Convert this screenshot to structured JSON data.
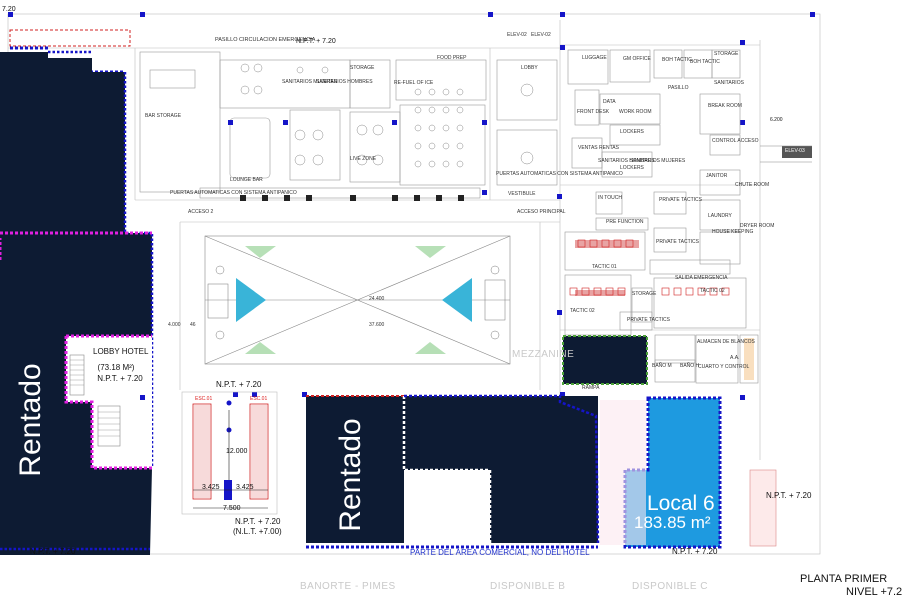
{
  "labels": {
    "npt_top_left": "7.20",
    "pasillo": "PASILLO CIRCULACION EMERGENCIA",
    "npt_top": "N.P.T. + 7.20",
    "elev_02a": "ELEV-02",
    "elev_02b": "ELEV-02",
    "elev_03": "ELEV-03",
    "food_prep": "FOOD PREP",
    "lobby": "LOBBY",
    "storage": "STORAGE",
    "re_fuel": "RE-FUEL OF ICE",
    "sanitarios_mujeres": "SANITARIOS MUJERES",
    "sanitarios_hombres": "SANITARIOS HOMBRES",
    "bar": "BAR STORAGE",
    "lounge": "LOUNGE BAR",
    "live_zone": "LIVE ZONE",
    "puertas_left": "PUERTAS AUTOMATICAS CON SISTEMA ANTIPANICO",
    "puertas_right": "PUERTAS AUTOMATICAS CON SISTEMA ANTIPANICO",
    "vestibule": "VESTIBULE",
    "acceso_principal": "ACCESO PRINCIPAL",
    "acceso_2": "ACCESO 2",
    "luggage": "LUGGAGE",
    "gm_office": "GM OFFICE",
    "boh_tactic": "BOH TACTIC",
    "boh_tactic2": "BOH TACTIC",
    "pasillo_r": "PASILLO",
    "storage_r": "STORAGE",
    "sanitarios_r": "SANITARIOS",
    "data": "DATA",
    "work_room": "WORK ROOM",
    "break_room": "BREAK ROOM",
    "front_desk": "FRONT DESK",
    "lockers": "LOCKERS",
    "lockers2": "LOCKERS",
    "control_acceso": "CONTROL ACCESO",
    "ventas_rentas": "VENTAS RENTAS",
    "san_hombres_r": "SANITARIOS HOMBRES",
    "san_mujeres_r": "SANITARIOS MUJERES",
    "janitor": "JANITOR",
    "chute_room": "CHUTE ROOM",
    "in_touch": "IN TOUCH",
    "private_tactics": "PRIVATE TACTICS",
    "laundry": "LAUNDRY",
    "pre_function": "PRE FUNCTION",
    "private_tactics2": "PRIVATE TACTICS",
    "house_keeping": "HOUSE KEEPING",
    "dryer": "DRYER ROOM",
    "salida": "SALIDA EMERGENCIA",
    "tactic_1": "TACTIC 01",
    "tactic_2": "TACTIC 02",
    "tactic_3": "TACTIC 02",
    "storage_m": "STORAGE",
    "private_tactics3": "PRIVATE TACTICS",
    "almacen": "ALMACEN DE BLANCOS",
    "bano_m": "BAÑO M",
    "bano_h": "BAÑO H",
    "cuarto": "CUARTO Y CONTROL",
    "aa": "A.A.",
    "rampa": "RAMPA",
    "dim_6200": "6.200",
    "dim_24": "24.400",
    "dim_37": "37.600",
    "dim_4": "4.000",
    "dim_46": "46",
    "rentado_left": "Rentado",
    "rentado_center": "Rentado",
    "lobby_hotel": "LOBBY HOTEL",
    "lobby_area": "(73.18 M²)",
    "lobby_npt": "N.P.T. + 7.20",
    "npt_stairs": "N.P.T. + 7.20",
    "esc_01a": "ESC.01",
    "esc_01b": "ESC.01",
    "dim_12000": "12.000",
    "dim_3425a": "3.425",
    "dim_3425b": "3.425",
    "dim_7500": "7.500",
    "npt_bottom_stairs": "N.P.T. + 7.20",
    "nlt": "(N.L.T. +7.00)",
    "npt_bottom_left": "N.P.T. + 7.20",
    "parte": "PARTE DEL ÁREA COMERCIAL, NO DEL HOTEL",
    "npt_local": "N.P.T. + 7.20",
    "npt_right": "N.P.T. + 7.20",
    "local_title": "Local 6",
    "local_area": "183.85 m²",
    "below_1": "BANORTE - PIMES",
    "below_2": "DISPONIBLE B",
    "below_3": "DISPONIBLE C",
    "sub_label": "MEZZANINE",
    "planta_1": "PLANTA PRIMER",
    "planta_2": "NIVEL +7.2"
  },
  "colors": {
    "navy": "#0d1b33",
    "local": "#1e9ae0",
    "dash_blue": "#1515c8",
    "dash_magenta": "#e020e0",
    "dash_green": "#4ea33a",
    "dash_red": "#d02020",
    "triangle": "#39b4d8",
    "line": "#9a9a9a"
  }
}
